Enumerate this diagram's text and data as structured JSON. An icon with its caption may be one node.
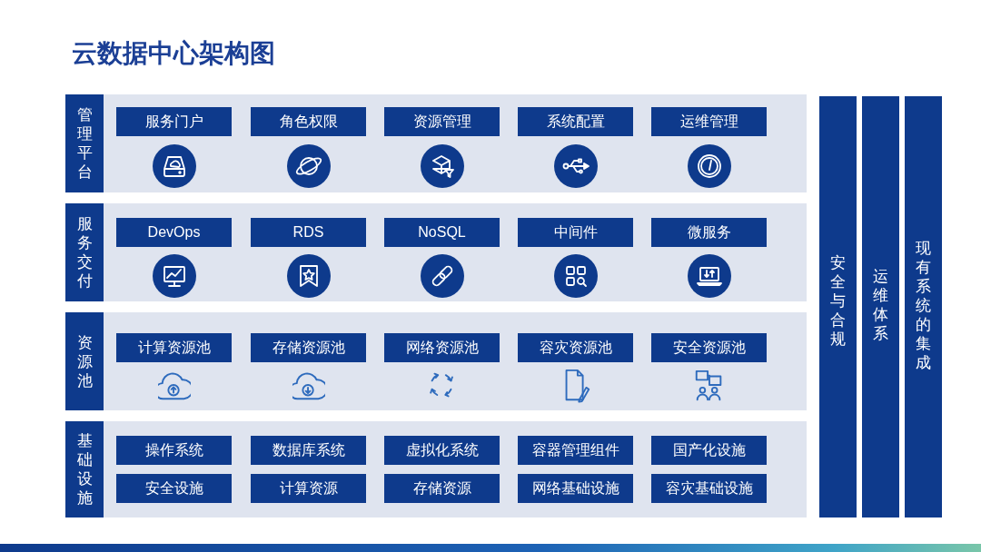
{
  "diagram": {
    "title": "云数据中心架构图",
    "nodes": [
      {
        "text": [
          "管理平台"
        ]
      },
      {
        "text": [
          "服务门户"
        ],
        "in": 0
      },
      {
        "text": [
          "角色权限"
        ],
        "in": 0
      },
      {
        "text": [
          "资源管理"
        ],
        "in": 0
      },
      {
        "text": [
          "系统配置"
        ],
        "in": 0
      },
      {
        "text": [
          "运维管理"
        ],
        "in": 0
      },
      {
        "text": [
          "服务交付"
        ]
      },
      {
        "text": [
          "DevOps"
        ],
        "in": 6
      },
      {
        "text": [
          "RDS"
        ],
        "in": 6
      },
      {
        "text": [
          "NoSQL"
        ],
        "in": 6
      },
      {
        "text": [
          "中间件"
        ],
        "in": 6
      },
      {
        "text": [
          "微服务"
        ],
        "in": 6
      },
      {
        "text": [
          "资源池"
        ]
      },
      {
        "text": [
          "计算资源池"
        ],
        "in": 12
      },
      {
        "text": [
          "存储资源池"
        ],
        "in": 12
      },
      {
        "text": [
          "网络资源池"
        ],
        "in": 12
      },
      {
        "text": [
          "容灾资源池"
        ],
        "in": 12
      },
      {
        "text": [
          "安全资源池"
        ],
        "in": 12
      },
      {
        "text": [
          "基础设施"
        ]
      },
      {
        "text": [
          "操作系统"
        ],
        "in": 18
      },
      {
        "text": [
          "数据库系统"
        ],
        "in": 18
      },
      {
        "text": [
          "虚拟化系统"
        ],
        "in": 18
      },
      {
        "text": [
          "容器管理组件"
        ],
        "in": 18
      },
      {
        "text": [
          "国产化设施"
        ],
        "in": 18
      },
      {
        "text": [
          "安全设施"
        ],
        "in": 18
      },
      {
        "text": [
          "计算资源"
        ],
        "in": 18
      },
      {
        "text": [
          "存储资源"
        ],
        "in": 18
      },
      {
        "text": [
          "网络基础设施"
        ],
        "in": 18
      },
      {
        "text": [
          "容灾基础设施"
        ],
        "in": 18
      },
      {
        "text": [
          "安全与合规"
        ]
      },
      {
        "text": [
          "运维体系"
        ]
      },
      {
        "text": [
          "现有系统的集成"
        ]
      }
    ],
    "edges": []
  }
}
